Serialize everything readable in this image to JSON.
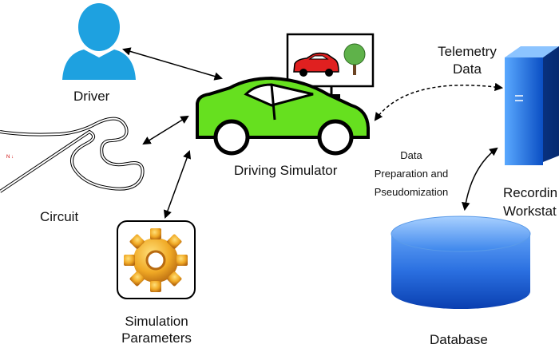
{
  "labels": {
    "driver": "Driver",
    "circuit": "Circuit",
    "driving_simulator": "Driving Simulator",
    "simulation_parameters_line1": "Simulation",
    "simulation_parameters_line2": "Parameters",
    "telemetry_line1": "Telemetry",
    "telemetry_line2": "Data",
    "data_prep_line1": "Data",
    "data_prep_line2": "Preparation and",
    "data_prep_line3": "Pseudomization",
    "recording_line1": "Recordin",
    "recording_line2": "Workstat",
    "database": "Database",
    "circuit_marker": "N ↓"
  },
  "colors": {
    "person": "#1ea1e0",
    "car": "#66e01f",
    "monitor_car": "#e02020",
    "tree": "#5fb24a",
    "gear": "#e8a020",
    "server": "#1f7be0",
    "database": "#1f66d6",
    "stroke": "#000000"
  }
}
